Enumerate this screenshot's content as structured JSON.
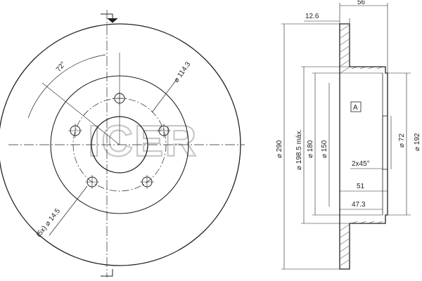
{
  "watermark": "ICER",
  "front_view": {
    "angle_label": "72°",
    "pcd_label": "⌀ 114.3",
    "bolt_hole_label": "(5x) ⌀ 14.5"
  },
  "section_view": {
    "dim_offset": "12.6",
    "dim_height": "56",
    "dia_outer": "⌀ 290",
    "dia_max": "⌀ 198.5 máx.",
    "dia_180": "⌀ 180",
    "dia_150": "⌀ 150",
    "dia_72": "⌀ 72",
    "dia_192": "⌀ 192",
    "chamfer": "2x45°",
    "dim_51": "51",
    "dim_47": "47.3",
    "datum": "A"
  }
}
